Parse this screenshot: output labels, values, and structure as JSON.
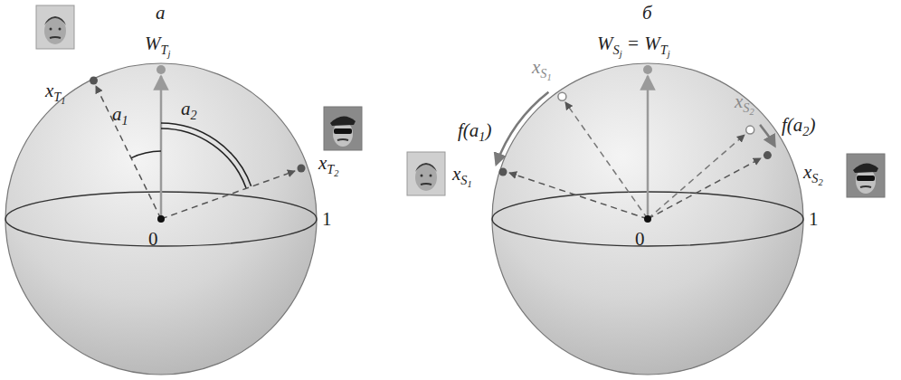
{
  "diagram": {
    "labels": [
      "а",
      "б",
      "WTj",
      "xT1",
      "a1",
      "a2",
      "xT2",
      "0",
      "1",
      "WSj = WTj",
      "xS1",
      "xS2",
      "f(a1)",
      "f(a2)",
      "xS1",
      "xS2",
      "0",
      "1"
    ]
  }
}
